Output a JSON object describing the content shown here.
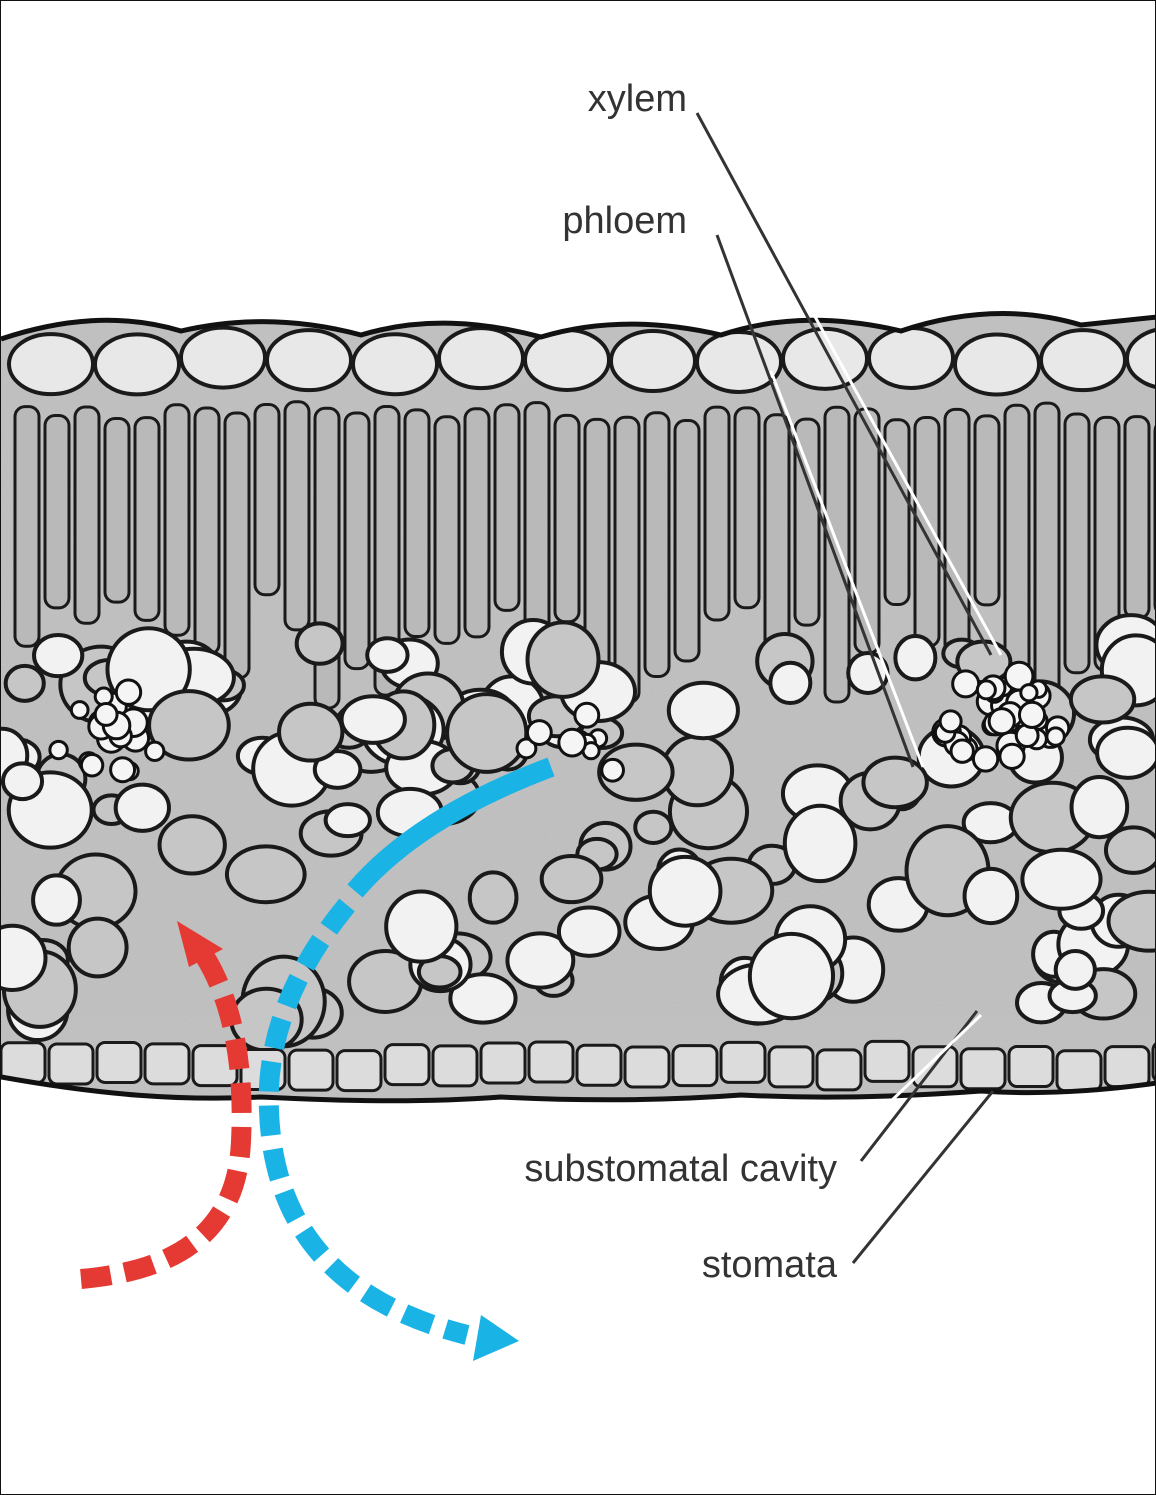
{
  "labels": {
    "xylem": "xylem",
    "phloem": "phloem",
    "substomatal_cavity": "substomatal cavity",
    "stomata": "stomata"
  },
  "colors": {
    "inflow_arrow": "#e53a33",
    "outflow_arrow": "#1ab3e6",
    "leader_line": "#333333",
    "tissue_stroke": "#1a1a1a",
    "tissue_fill": "#d6d6d6"
  }
}
